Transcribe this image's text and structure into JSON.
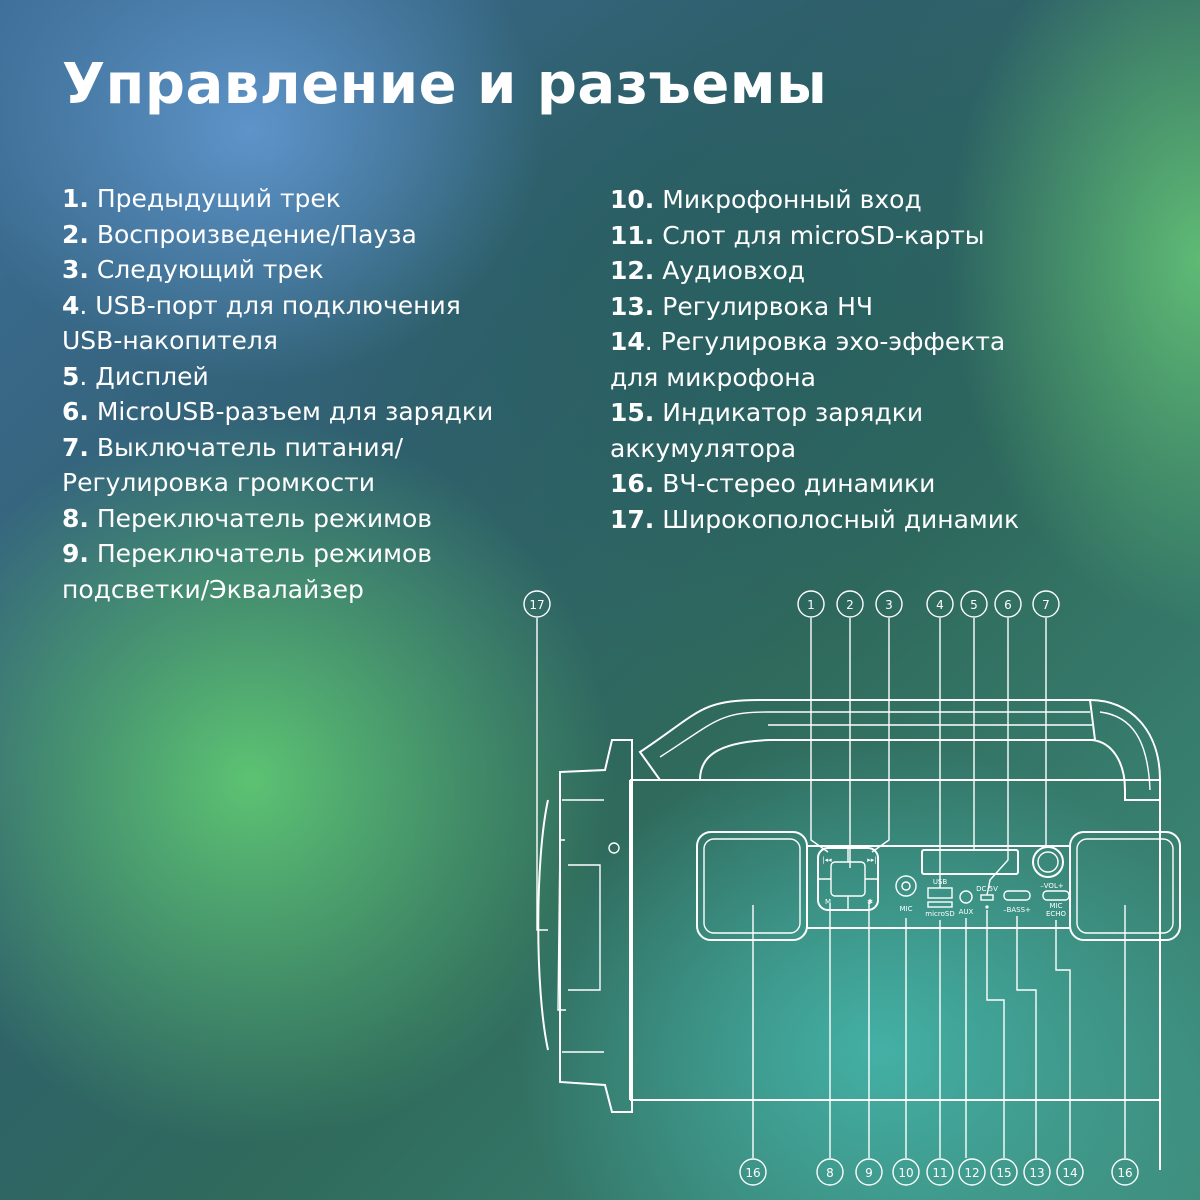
{
  "title": "Управление и разъемы",
  "left_list": [
    {
      "num": "1.",
      "text": " Предыдущий трек"
    },
    {
      "num": "2.",
      "text": " Воспроизведение/Пауза"
    },
    {
      "num": "3.",
      "text": " Следующий трек"
    },
    {
      "num": "4",
      "text": ". USB-порт для подключения"
    },
    {
      "num": "",
      "text": "USB-накопителя"
    },
    {
      "num": "5",
      "text": ". Дисплей"
    },
    {
      "num": "6.",
      "text": " MicroUSB-разъем для зарядки"
    },
    {
      "num": "7.",
      "text": " Выключатель питания/"
    },
    {
      "num": "",
      "text": "Регулировка громкости"
    },
    {
      "num": "8.",
      "text": " Переключатель режимов"
    },
    {
      "num": "9.",
      "text": " Переключатель режимов"
    },
    {
      "num": "",
      "text": "подсветки/Эквалайзер"
    }
  ],
  "right_list": [
    {
      "num": "10.",
      "text": " Микрофонный вход"
    },
    {
      "num": "11.",
      "text": " Слот для microSD-карты"
    },
    {
      "num": "12.",
      "text": " Аудиовход"
    },
    {
      "num": "13.",
      "text": " Регулирвока НЧ"
    },
    {
      "num": "14",
      "text": ". Регулировка эхо-эффекта"
    },
    {
      "num": "",
      "text": "для микрофона"
    },
    {
      "num": "15.",
      "text": " Индикатор зарядки"
    },
    {
      "num": "",
      "text": " аккумулятора"
    },
    {
      "num": "16.",
      "text": " ВЧ-стерео динамики"
    },
    {
      "num": "17.",
      "text": " Широкополосный динамик"
    }
  ],
  "callouts": {
    "c17": "17",
    "c1": "1",
    "c2": "2",
    "c3": "3",
    "c4": "4",
    "c5": "5",
    "c6": "6",
    "c7": "7",
    "c16a": "16",
    "c8": "8",
    "c9": "9",
    "c10": "10",
    "c11": "11",
    "c12": "12",
    "c15": "15",
    "c13": "13",
    "c14": "14",
    "c16b": "16"
  },
  "panel_labels": {
    "usb": "USB",
    "microsd": "microSD",
    "mic": "MIC",
    "aux": "AUX",
    "dc": "DC 5V",
    "bass": "–BASS+",
    "vol": "–VOL+",
    "mic_echo_1": "MIC",
    "mic_echo_2": "ECHO"
  }
}
